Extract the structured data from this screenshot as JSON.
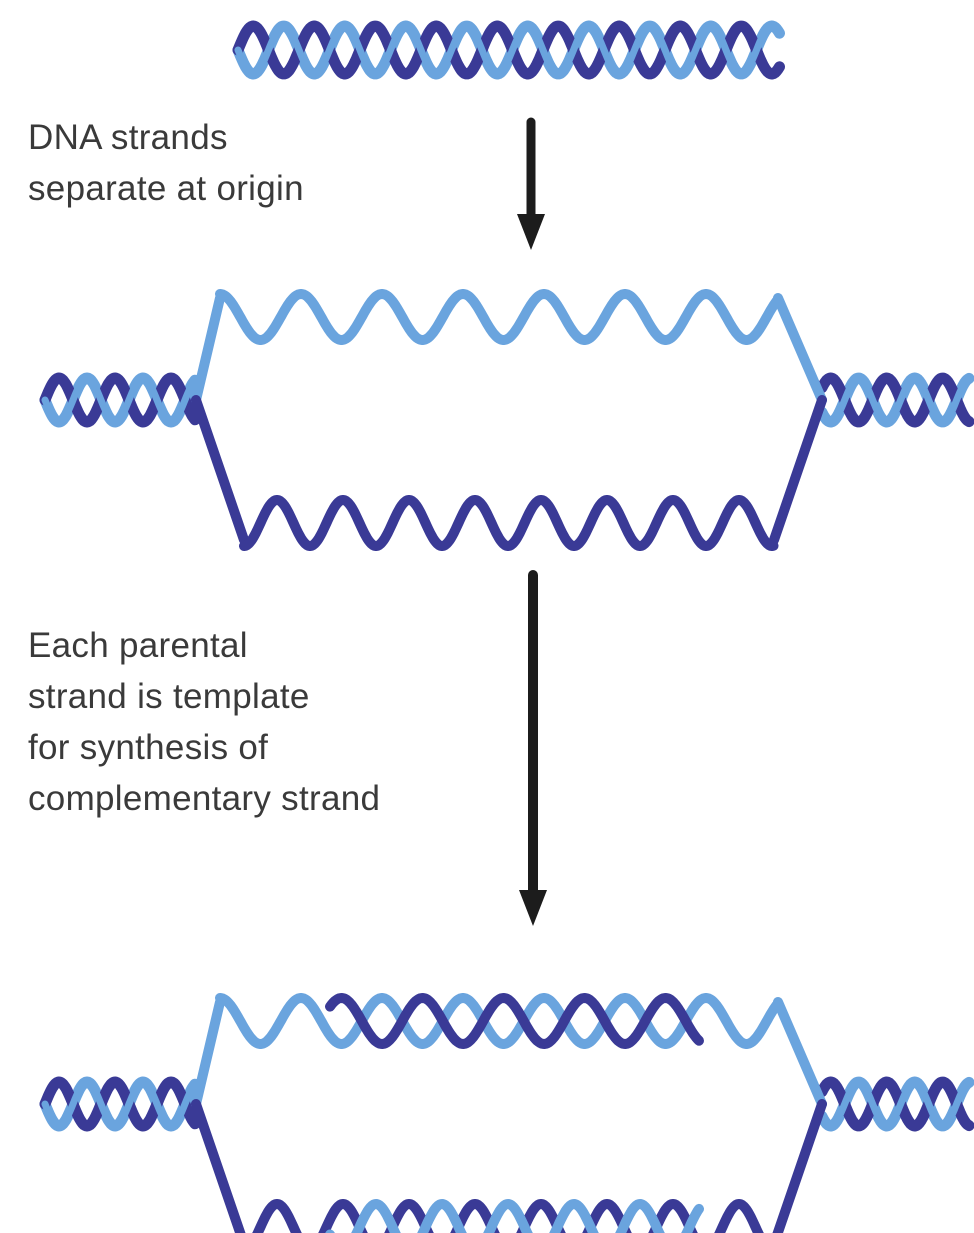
{
  "labels": {
    "step1": [
      "DNA strands",
      "separate at origin"
    ],
    "step2": [
      "Each parental",
      "strand is template",
      "for synthesis of",
      "complementary strand"
    ]
  },
  "colors": {
    "dark_strand": "#3a3a96",
    "light_strand": "#6aa4de",
    "arrow": "#1c1c1c",
    "text": "#3a3a3a",
    "background": "#ffffff"
  }
}
